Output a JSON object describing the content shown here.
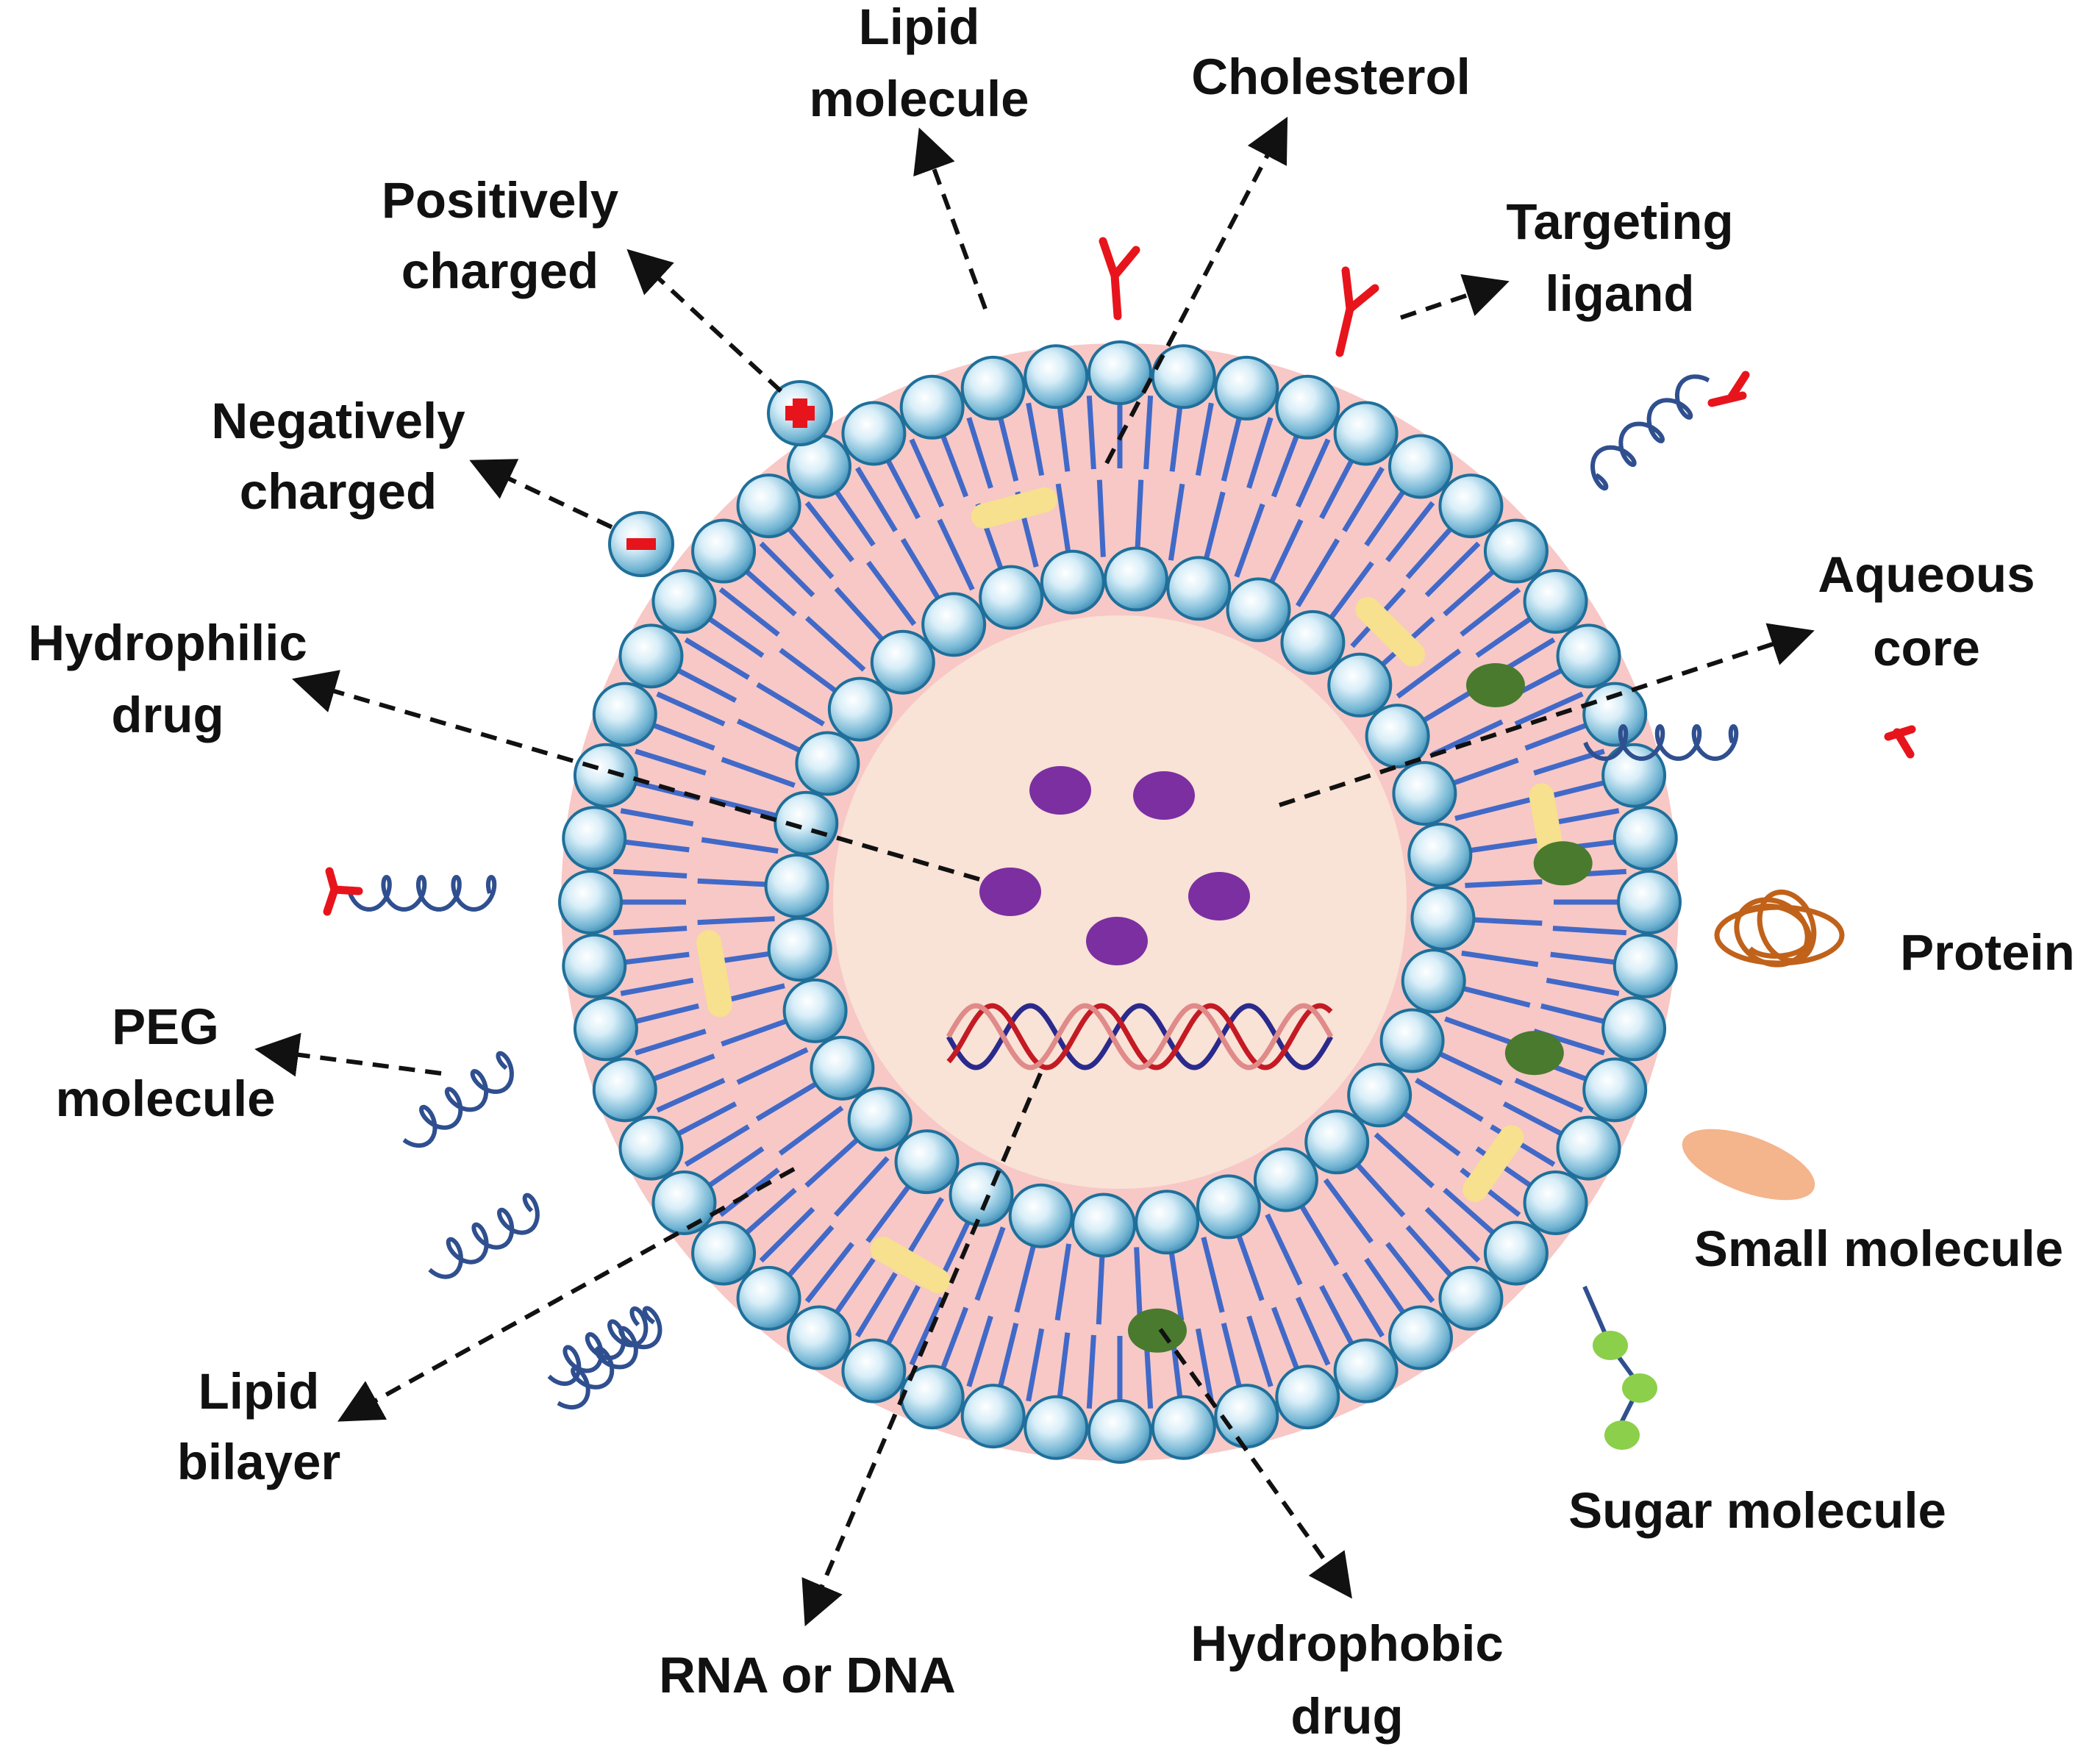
{
  "labels": {
    "lipid_molecule": [
      "Lipid",
      "molecule"
    ],
    "cholesterol": [
      "Cholesterol"
    ],
    "positively_charged": [
      "Positively",
      "charged"
    ],
    "targeting_ligand": [
      "Targeting",
      "ligand"
    ],
    "negatively_charged": [
      "Negatively",
      "charged"
    ],
    "aqueous_core": [
      "Aqueous",
      "core"
    ],
    "hydrophilic_drug": [
      "Hydrophilic",
      "drug"
    ],
    "protein": [
      "Protein"
    ],
    "peg_molecule": [
      "PEG",
      "molecule"
    ],
    "small_molecule": [
      "Small molecule"
    ],
    "lipid_bilayer": [
      "Lipid",
      "bilayer"
    ],
    "sugar_molecule": [
      "Sugar molecule"
    ],
    "rna_or_dna": [
      "RNA or DNA"
    ],
    "hydrophobic_drug": [
      "Hydrophobic",
      "drug"
    ]
  },
  "charge_symbols": {
    "positive": "+",
    "negative": "−"
  },
  "colors": {
    "lipid_head": "#6fb3d2",
    "lipid_head_stroke": "#1f6f9a",
    "lipid_tail": "#4169c8",
    "bilayer_fill": "#f7c8c6",
    "aqueous_core": "#f9e2d6",
    "hydrophilic_drug": "#7b2fa1",
    "hydrophobic_drug": "#4a7a2e",
    "cholesterol": "#f7e08e",
    "targeting_ligand": "#e8141c",
    "peg": "#2f4f8f",
    "protein": "#c0621a",
    "small_molecule": "#f4b48c",
    "sugar": "#8ccf4a",
    "arrow": "#111111"
  }
}
